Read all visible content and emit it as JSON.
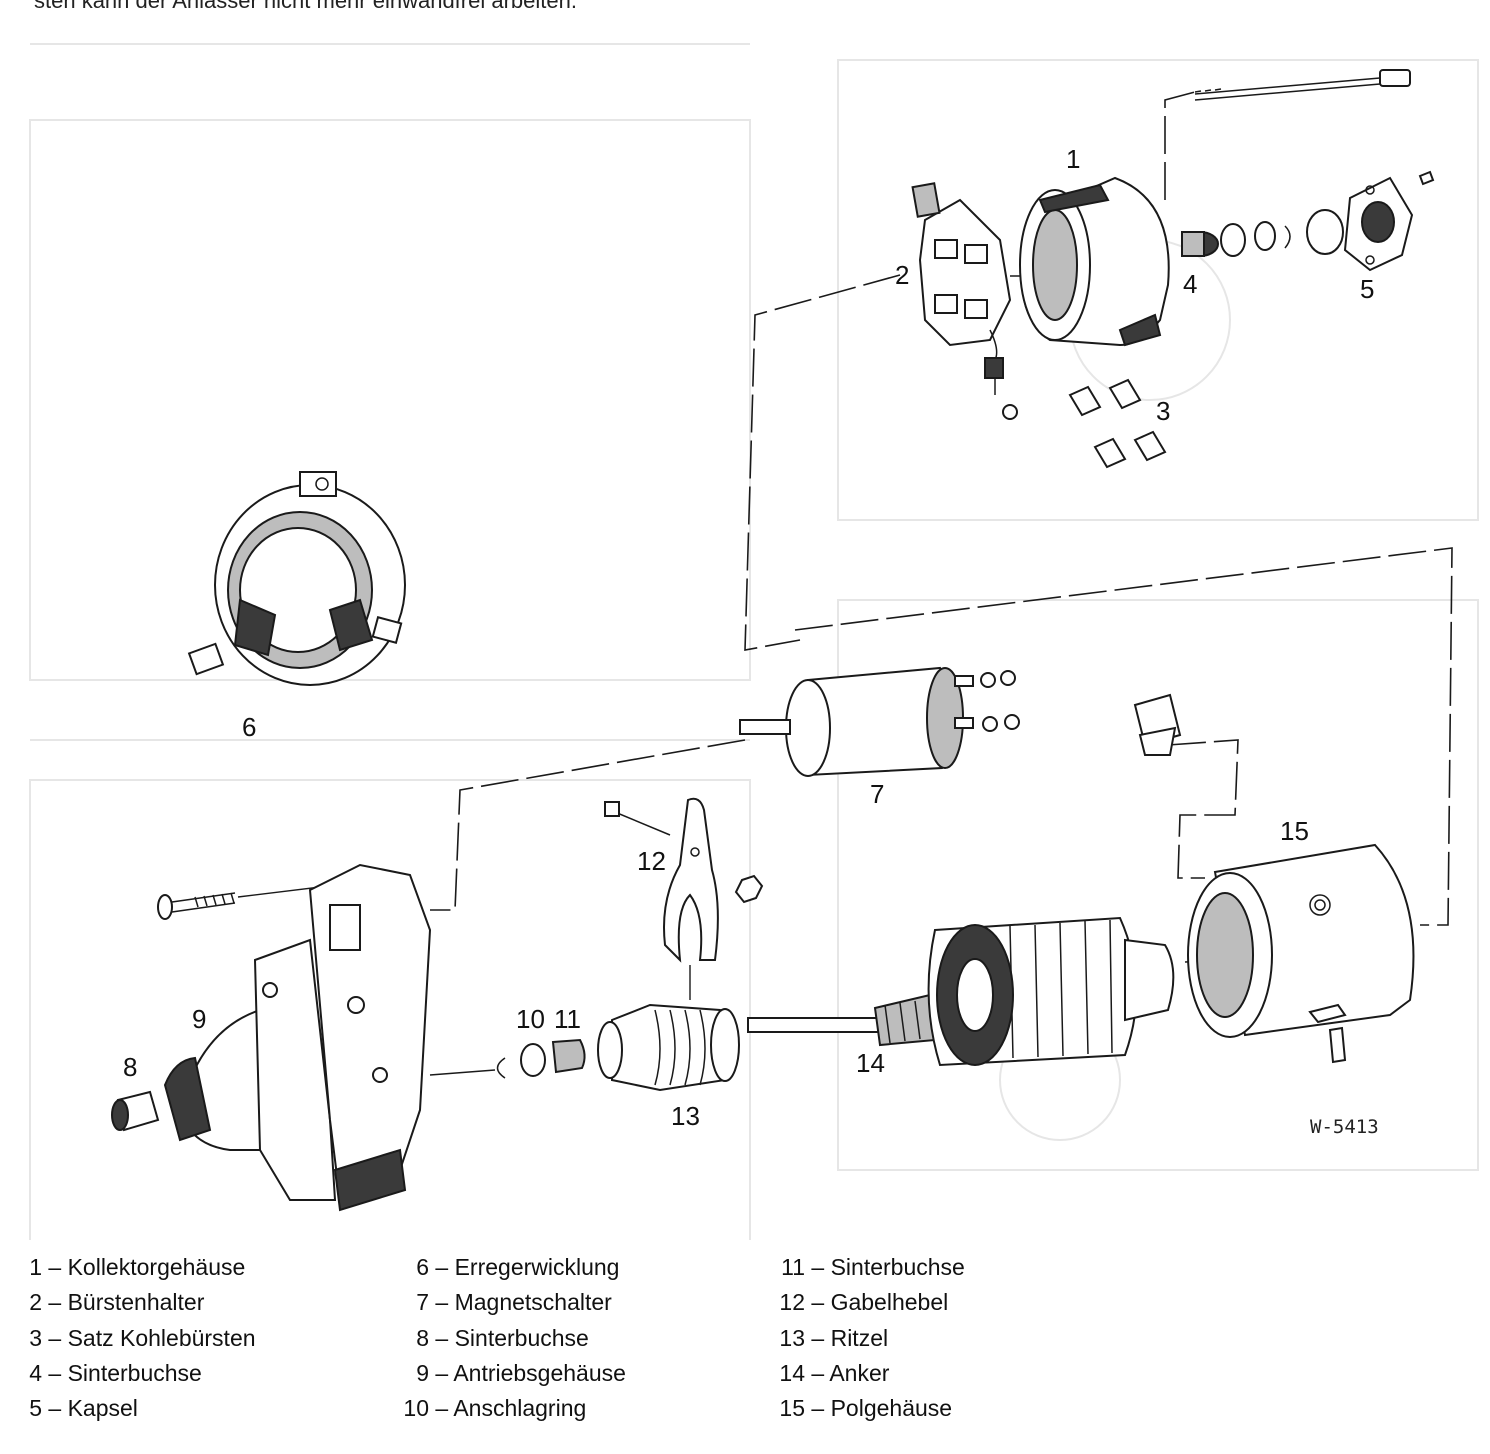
{
  "header": {
    "text": "sten kann der Anlasser nicht mehr einwandfrei arbeiten."
  },
  "figure": {
    "code": "W-5413",
    "part_numbers": [
      "1",
      "2",
      "3",
      "4",
      "5",
      "6",
      "7",
      "8",
      "9",
      "10",
      "11",
      "12",
      "13",
      "14",
      "15"
    ]
  },
  "legend": {
    "columns": [
      [
        {
          "num": "1",
          "label": "Kollektorgehäuse"
        },
        {
          "num": "2",
          "label": "Bürstenhalter"
        },
        {
          "num": "3",
          "label": "Satz Kohlebürsten"
        },
        {
          "num": "4",
          "label": "Sinterbuchse"
        },
        {
          "num": "5",
          "label": "Kapsel"
        }
      ],
      [
        {
          "num": "6",
          "label": "Erregerwicklung"
        },
        {
          "num": "7",
          "label": "Magnetschalter"
        },
        {
          "num": "8",
          "label": "Sinterbuchse"
        },
        {
          "num": "9",
          "label": "Antriebsgehäuse"
        },
        {
          "num": "10",
          "label": "Anschlagring"
        }
      ],
      [
        {
          "num": "11",
          "label": "Sinterbuchse"
        },
        {
          "num": "12",
          "label": "Gabelhebel"
        },
        {
          "num": "13",
          "label": "Ritzel"
        },
        {
          "num": "14",
          "label": "Anker"
        },
        {
          "num": "15",
          "label": "Polgehäuse"
        }
      ]
    ],
    "separator": " – "
  }
}
